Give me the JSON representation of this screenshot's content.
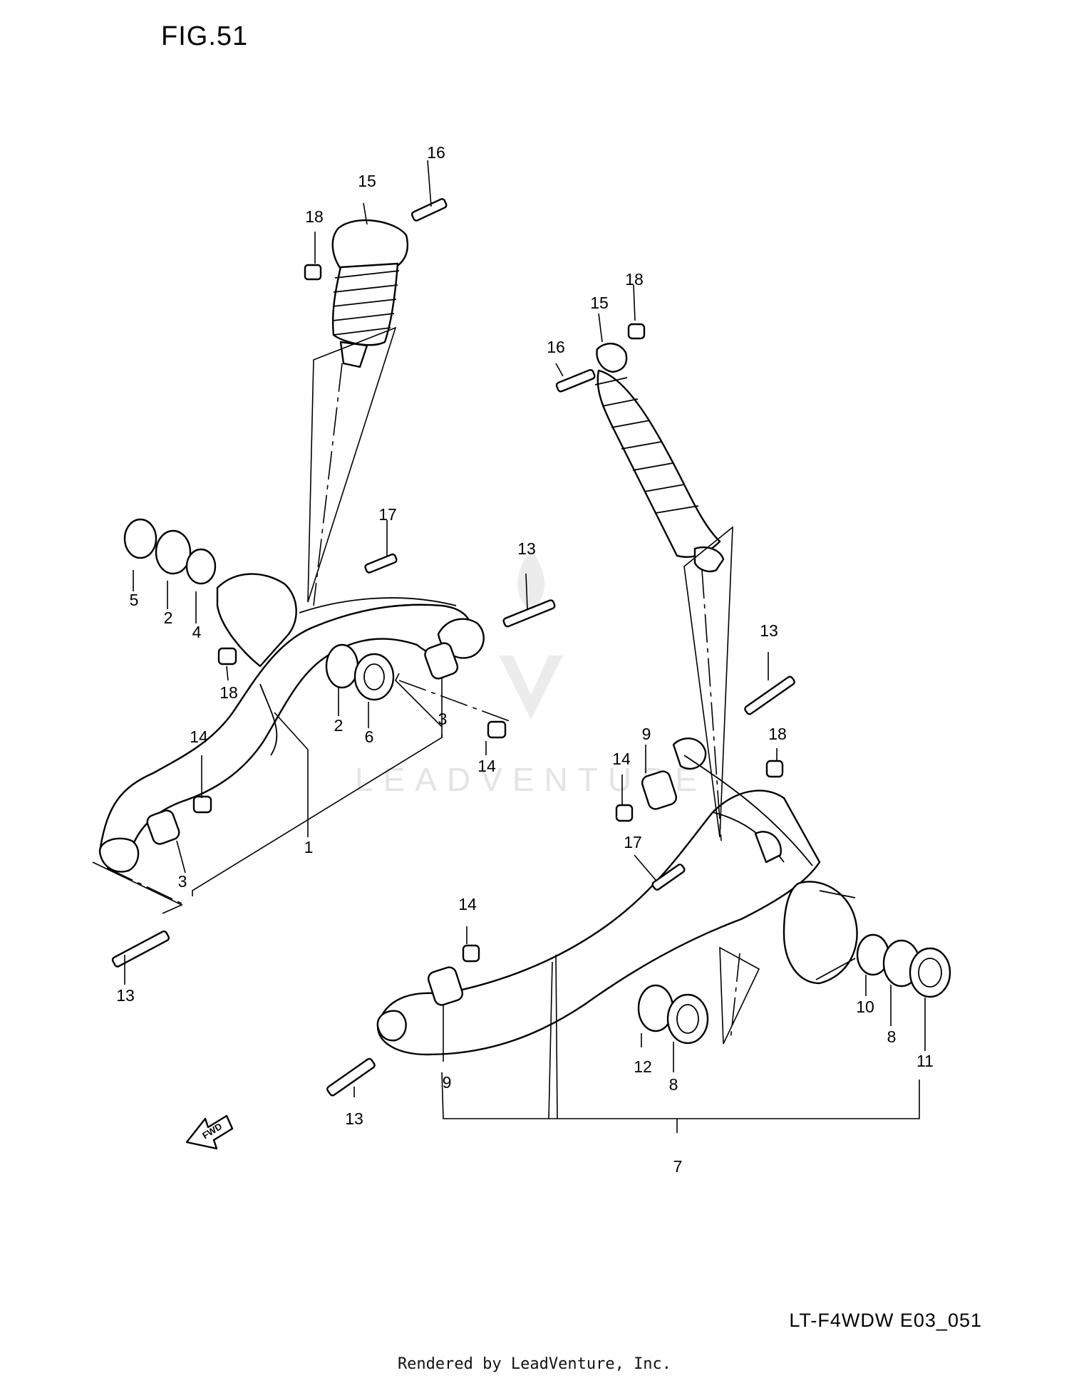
{
  "figure_title": "FIG.51",
  "figure_code": "LT-F4WDW E03_051",
  "credit": "Rendered by LeadVenture, Inc.",
  "watermark": "LEADVENTURE",
  "fwd_label": "FWD",
  "callouts": [
    {
      "id": "c-16a",
      "label": "16"
    },
    {
      "id": "c-15a",
      "label": "15"
    },
    {
      "id": "c-18a",
      "label": "18"
    },
    {
      "id": "c-5",
      "label": "5"
    },
    {
      "id": "c-2a",
      "label": "2"
    },
    {
      "id": "c-4",
      "label": "4"
    },
    {
      "id": "c-17a",
      "label": "17"
    },
    {
      "id": "c-13a",
      "label": "13"
    },
    {
      "id": "c-18b",
      "label": "18"
    },
    {
      "id": "c-2b",
      "label": "2"
    },
    {
      "id": "c-6",
      "label": "6"
    },
    {
      "id": "c-3a",
      "label": "3"
    },
    {
      "id": "c-14a",
      "label": "14"
    },
    {
      "id": "c-14b",
      "label": "14"
    },
    {
      "id": "c-3b",
      "label": "3"
    },
    {
      "id": "c-1",
      "label": "1"
    },
    {
      "id": "c-13b",
      "label": "13"
    },
    {
      "id": "c-18c",
      "label": "18"
    },
    {
      "id": "c-15b",
      "label": "15"
    },
    {
      "id": "c-16b",
      "label": "16"
    },
    {
      "id": "c-13c",
      "label": "13"
    },
    {
      "id": "c-9a",
      "label": "9"
    },
    {
      "id": "c-14c",
      "label": "14"
    },
    {
      "id": "c-18d",
      "label": "18"
    },
    {
      "id": "c-17b",
      "label": "17"
    },
    {
      "id": "c-14d",
      "label": "14"
    },
    {
      "id": "c-10",
      "label": "10"
    },
    {
      "id": "c-8a",
      "label": "8"
    },
    {
      "id": "c-11",
      "label": "11"
    },
    {
      "id": "c-12",
      "label": "12"
    },
    {
      "id": "c-8b",
      "label": "8"
    },
    {
      "id": "c-9b",
      "label": "9"
    },
    {
      "id": "c-13d",
      "label": "13"
    },
    {
      "id": "c-7",
      "label": "7"
    }
  ]
}
